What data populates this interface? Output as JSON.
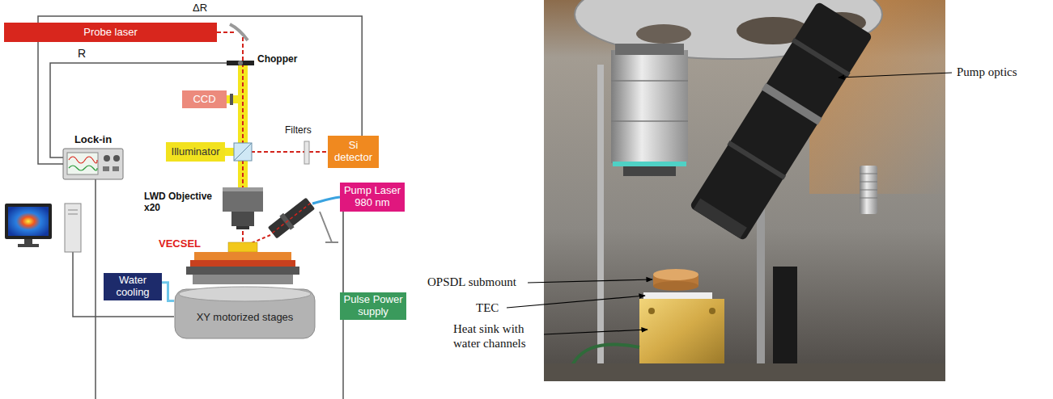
{
  "diagram": {
    "nodes": [
      {
        "text": [
          "Probe laser"
        ]
      },
      {
        "text": [
          "Lock-in"
        ]
      },
      {
        "text": [
          "CCD"
        ]
      },
      {
        "text": [
          "Illuminator"
        ]
      },
      {
        "text": [
          "Si detector"
        ]
      },
      {
        "text": [
          "Pump Laser 980 nm"
        ]
      },
      {
        "text": [
          "Water cooling"
        ]
      },
      {
        "text": [
          "XY motorized stages"
        ]
      },
      {
        "text": [
          "Pulse Power supply"
        ]
      }
    ],
    "edges": [
      {
        "from": 4,
        "to": 1,
        "arrow": "none",
        "label": "ΔR"
      },
      {
        "from": 5,
        "to": 8,
        "arrow": "none"
      },
      {
        "from": 6,
        "to": 7,
        "arrow": "none"
      }
    ],
    "labels": [
      "R",
      "Chopper",
      "Filters",
      "LWD Objective x20",
      "VECSEL",
      "Pump optics",
      "OPSDL submount",
      "TEC",
      "Heat sink with water channels"
    ]
  }
}
